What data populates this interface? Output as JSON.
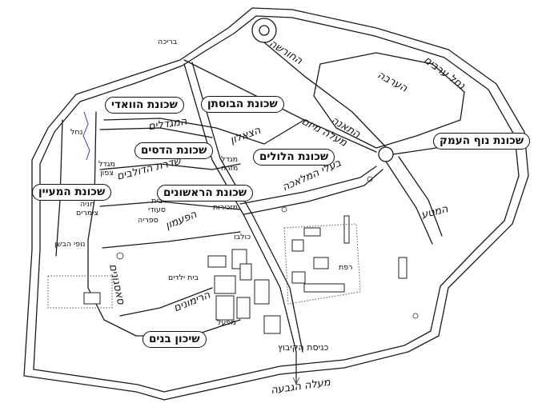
{
  "neighborhoods": {
    "wadi": "שכונת הוואדי",
    "bustan": "שכונת הבוסתן",
    "hadasim": "שכונת הדסים",
    "lulim": "שכונת הלולים",
    "noof_haemek": "שכונת נוף העמק",
    "hamaayan": "שכונת המעיין",
    "harishonim": "שכונת הראשונים",
    "shikun_banim": "שיכון בנים"
  },
  "streets": {
    "hahoresha": "החורשה",
    "haarava": "הערבה",
    "nahal_aravim": "נחל ערבים",
    "hamigdalim": "המגדלים",
    "hatzeelon": "הצאלון",
    "haheana": "התאנה",
    "maale_mizam": "מעלה מיזם",
    "baalei_hamelacha": "בעלי המלאכה",
    "sderat_hadulavim": "שדרת הדולבים",
    "haparoah": "הפעמון",
    "hamata": "המטע",
    "hasasgonim": "סאסגונים",
    "harimonim": "הרימונים",
    "maale_hagivaa": "מעלה הגבעה"
  },
  "places": {
    "breicha": "בריכה",
    "nahal": "נחל",
    "migdal_tzafon": "מגדל\nצפון",
    "migdal_mizrah": "מגדל\nמזרח",
    "beit_seudi": "בית\nסעודי",
    "hanaya": "חניה\nצימרים",
    "sifriya": "ספריה",
    "mazkirut": "מזכירות",
    "nofei_habashan": "נופי הבשן",
    "kolbo": "כולבו",
    "refet": "רפת",
    "beit_yeladim": "בית ילדים",
    "mifal": "מפעל",
    "knisat_hakibbutz": "כניסת הקיבוץ"
  },
  "colors": {
    "ink": "#111111",
    "stream": "#3a46b0",
    "background": "#ffffff"
  }
}
